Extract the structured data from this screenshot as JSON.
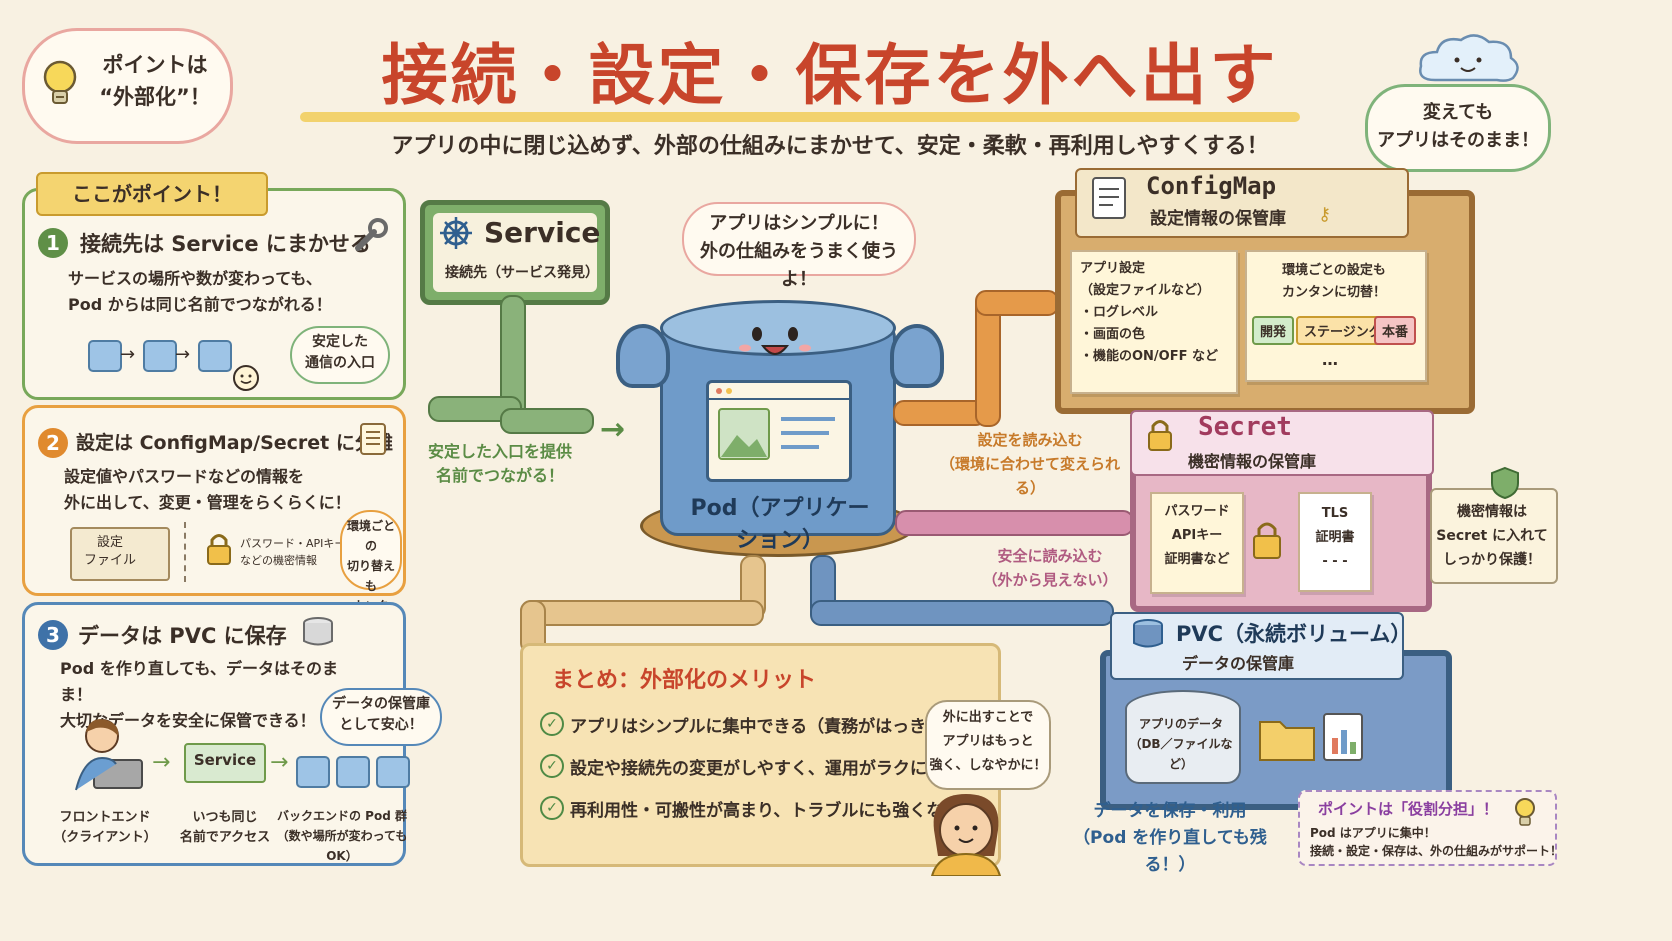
{
  "header": {
    "title": "接続・設定・保存を外へ出す",
    "subtitle": "アプリの中に閉じ込めず、外部の仕組みにまかせて、安定・柔軟・再利用しやすくする！",
    "left_bubble": "ポイントは\n“外部化”！",
    "right_bubble": "変えても\nアプリはそのまま！"
  },
  "points": {
    "ribbon": "ここがポイント！",
    "p1": {
      "num": "1",
      "title": "接続先は Service にまかせる",
      "body": "サービスの場所や数が変わっても、\nPod からは同じ名前でつながれる！",
      "bubble": "安定した\n通信の入口"
    },
    "p2": {
      "num": "2",
      "title": "設定は ConfigMap/Secret に分離",
      "body": "設定値やパスワードなどの情報を\n外に出して、変更・管理をらくらくに！",
      "file_label": "設定\nファイル",
      "secret_label": "パスワード・APIキー\nなどの機密情報",
      "bubble": "環境ごとの\n切り替えも\nカンタン！"
    },
    "p3": {
      "num": "3",
      "title": "データは PVC に保存",
      "body": "Pod を作り直しても、データはそのまま！\n大切なデータを安全に保管できる！",
      "bubble": "データの保管庫\nとして安心！",
      "service_box": "Service",
      "frontend": "フロントエンド\n（クライアント）",
      "same_name": "いつも同じ\n名前でアクセス",
      "backend": "バックエンドの Pod 群\n（数や場所が変わってもOK）"
    }
  },
  "service_sign": {
    "title": "Service",
    "subtitle": "接続先（サービス発見）"
  },
  "service_pipe_label": "安定した入口を提供\n名前でつながる！",
  "pod": {
    "label": "Pod（アプリケーション）",
    "speech": "アプリはシンプルに！\n外の仕組みをうまく使うよ！"
  },
  "configmap": {
    "title": "ConfigMap",
    "subtitle": "設定情報の保管庫",
    "note1": "アプリ設定\n（設定ファイルなど）\n・ログレベル\n・画面の色\n・機能のON/OFF など",
    "note2_title": "環境ごとの設定も\nカンタンに切替！",
    "env_tags": [
      "開発",
      "ステージング",
      "本番"
    ],
    "ellipsis": "…",
    "pipe_label": "設定を読み込む\n（環境に合わせて変えられる）"
  },
  "secret": {
    "title": "Secret",
    "subtitle": "機密情報の保管庫",
    "note1": "パスワード\nAPIキー\n証明書など",
    "note2": "TLS\n証明書\n- - -",
    "pipe_label": "安全に読み込む\n（外から見えない）",
    "side_note": "機密情報は\nSecret に入れて\nしっかり保護！"
  },
  "pvc": {
    "title": "PVC（永続ボリューム）",
    "subtitle": "データの保管庫",
    "db_label": "アプリのデータ\n（DB／ファイルなど）",
    "pipe_label": "データを保存・利用\n（Pod を作り直しても残る！）"
  },
  "summary": {
    "title": "まとめ：外部化のメリット",
    "items": [
      "アプリはシンプルに集中できる（責務がはっきり）",
      "設定や接続先の変更がしやすく、運用がラクになる",
      "再利用性・可搬性が高まり、トラブルにも強くなる！"
    ]
  },
  "girl_bubble": "外に出すことで\nアプリはもっと\n強く、しなやかに！",
  "role_box": {
    "title": "ポイントは「役割分担」！",
    "body": "Pod はアプリに集中！\n接続・設定・保存は、外の仕組みがサポート！"
  },
  "colors": {
    "title_red": "#c8452b",
    "green": "#78a85a",
    "orange": "#e8a040",
    "blue": "#5588b8",
    "configmap_wood": "#b98a4e",
    "secret_pink": "#c77f98",
    "pvc_blue": "#6287b8"
  }
}
